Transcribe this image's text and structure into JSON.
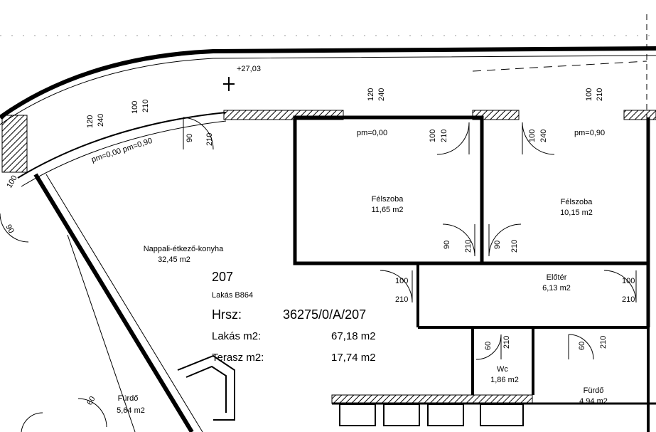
{
  "elevation": "+27,03",
  "labels": {
    "pm_left": "pm=0,00 pm=0,90",
    "pm_center": "pm=0,00",
    "pm_right": "pm=0,90"
  },
  "rooms": [
    {
      "id": "nappali",
      "name": "Nappali-étkező-konyha",
      "area": "32,45 m2"
    },
    {
      "id": "felszoba1",
      "name": "Félszoba",
      "area": "11,65 m2"
    },
    {
      "id": "felszoba2",
      "name": "Félszoba",
      "area": "10,15 m2"
    },
    {
      "id": "eloter",
      "name": "Előtér",
      "area": "6,13 m2"
    },
    {
      "id": "wc",
      "name": "Wc",
      "area": "1,86 m2"
    },
    {
      "id": "furdo1",
      "name": "Fürdő",
      "area": "4,94 m2"
    },
    {
      "id": "furdo2",
      "name": "Fürdő",
      "area": "5,64 m2"
    }
  ],
  "apartment": {
    "number": "207",
    "type": "Lakás B864",
    "hrsz_label": "Hrsz:",
    "hrsz_value": "36275/0/A/207",
    "lakas_label": "Lakás m2:",
    "lakas_value": "67,18 m2",
    "terasz_label": "Terasz m2:",
    "terasz_value": "17,74 m2"
  },
  "dimensions": {
    "top_a": "120",
    "top_b": "240",
    "top_c": "100",
    "top_d": "210",
    "wall1_a": "120",
    "wall1_b": "240",
    "wall2_a": "100",
    "wall2_b": "210",
    "curve_a": "90",
    "curve_b": "210",
    "door_fs1_a": "100",
    "door_fs1_b": "210",
    "door_fs2_a": "100",
    "door_fs2_b": "240",
    "door_low1_a": "90",
    "door_low1_b": "210",
    "door_low2_a": "90",
    "door_low2_b": "210",
    "door_e1_a": "100",
    "door_e1_b": "210",
    "door_e2_a": "100",
    "door_e2_b": "210",
    "door_wc_a": "60",
    "door_wc_b": "210",
    "door_fu_a": "60",
    "door_fu_b": "210",
    "door_fu2_a": "60",
    "left_door": "90",
    "left_edge": "100"
  }
}
